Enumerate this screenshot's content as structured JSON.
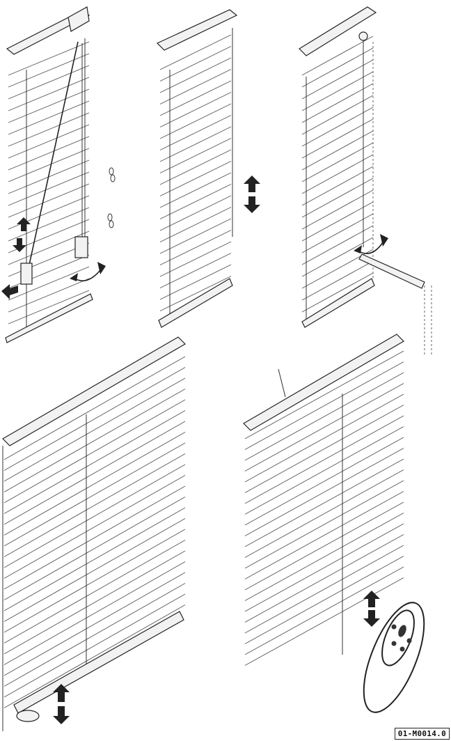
{
  "figure": {
    "reference_code": "01-M0014.0"
  },
  "panels": [
    {
      "id": "p1",
      "operation": "manual-cord-and-wand"
    },
    {
      "id": "p2",
      "operation": "raise-lower"
    },
    {
      "id": "p3",
      "operation": "crank-tilt"
    },
    {
      "id": "p4",
      "operation": "bottom-rail-lift"
    },
    {
      "id": "p5",
      "operation": "remote-control"
    }
  ],
  "icons": [
    "double-arrow-icon",
    "rotate-arrow-icon",
    "remote-control-icon",
    "chain-icon",
    "crank-handle-icon"
  ]
}
